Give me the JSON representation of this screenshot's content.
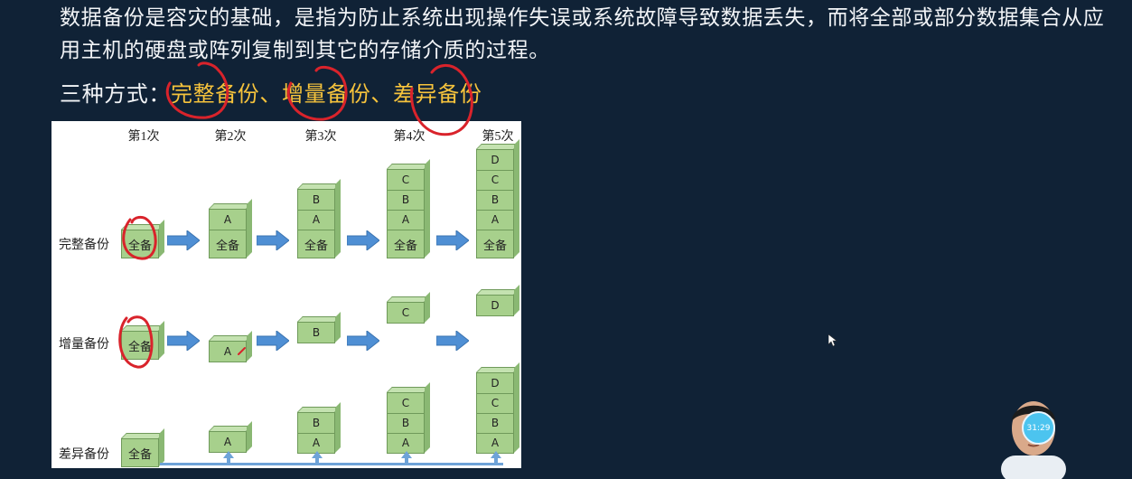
{
  "paragraph": "数据备份是容灾的基础，是指为防止系统出现操作失误或系统故障导致数据丢失，而将全部或部分数据集合从应用主机的硬盘或阵列复制到其它的存储介质的过程。",
  "methods": {
    "lead": "三种方式：",
    "items": [
      "完整备份",
      "增量备份",
      "差异备份"
    ],
    "separator": "、"
  },
  "diagram": {
    "columns": [
      "第1次",
      "第2次",
      "第3次",
      "第4次",
      "第5次"
    ],
    "rows": [
      "完整备份",
      "增量备份",
      "差异备份"
    ],
    "full_label": "全备",
    "letters": [
      "A",
      "B",
      "C",
      "D"
    ]
  },
  "video": {
    "timer": "31:29"
  },
  "colors": {
    "background": "#102236",
    "highlight": "#f6c33c",
    "block": "#a7d08c",
    "arrow": "#4f8fd4",
    "annotation": "#d9232b"
  }
}
